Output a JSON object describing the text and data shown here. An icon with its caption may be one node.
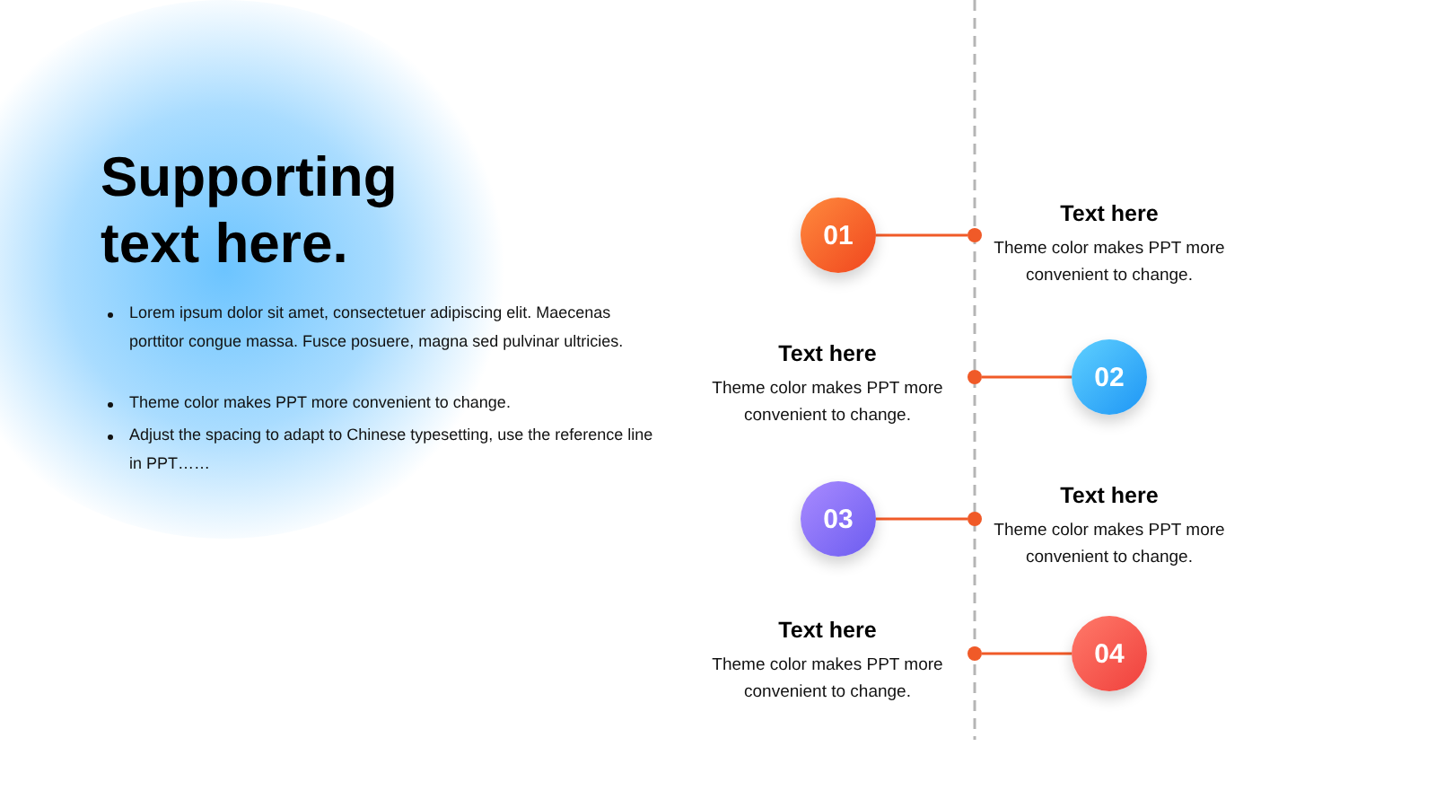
{
  "diagram": {
    "title": "Supporting text here.",
    "nodes": [
      {
        "text": [
          "01"
        ]
      },
      {
        "text": [],
        "shape": "circle"
      },
      {
        "text": [],
        "shape": "circle"
      },
      {
        "text": [
          "02"
        ]
      },
      {
        "text": [
          "03"
        ]
      },
      {
        "text": [],
        "shape": "circle"
      },
      {
        "text": [],
        "shape": "circle"
      },
      {
        "text": [
          "04"
        ]
      }
    ],
    "edges": [
      {
        "from": 0,
        "to": 1,
        "arrow": "none"
      },
      {
        "from": 3,
        "to": 2,
        "arrow": "none"
      },
      {
        "from": 4,
        "to": 5,
        "arrow": "none"
      },
      {
        "from": 7,
        "to": 6,
        "arrow": "none"
      }
    ],
    "labels": [
      "Lorem ipsum dolor sit amet, consectetuer adipiscing elit. Maecenas porttitor congue massa. Fusce posuere, magna sed pulvinar ultricies.",
      "Theme color makes PPT more convenient to change.",
      "Adjust the spacing to adapt to Chinese typesetting, use the reference line in PPT……",
      "Text here",
      "Theme color makes PPT more convenient to change.",
      "Text here",
      "Theme color makes PPT more convenient to change.",
      "Text here",
      "Theme color makes PPT more convenient to change.",
      "Text here",
      "Theme color makes PPT more convenient to change."
    ]
  }
}
